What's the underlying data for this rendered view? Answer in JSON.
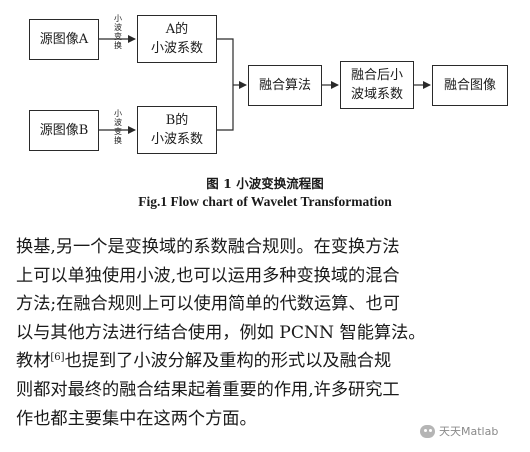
{
  "figure": {
    "nodes": {
      "source_a": "源图像A",
      "source_b": "源图像B",
      "coeff_a": [
        "A的",
        "小波系数"
      ],
      "coeff_b": [
        "B的",
        "小波系数"
      ],
      "fusion_alg": "融合算法",
      "fused_coeff": [
        "融合后小",
        "波域系数"
      ],
      "fused_image": "融合图像"
    },
    "edge_labels": {
      "a_to_coeff": [
        "小",
        "波",
        "变",
        "换"
      ],
      "b_to_coeff": [
        "小",
        "波",
        "变",
        "换"
      ]
    },
    "caption_cn": "图 1 小波变换流程图",
    "caption_en": "Fig.1 Flow chart of Wavelet Transformation"
  },
  "body": {
    "line1": "换基,另一个是变换域的系数融合规则。在变换方法",
    "line2": "上可以单独使用小波,也可以运用多种变换域的混合",
    "line3": "方法;在融合规则上可以使用简单的代数运算、也可",
    "line4": "以与其他方法进行结合使用，例如 PCNN 智能算法。",
    "line5_pre": "教材",
    "line5_ref": "[6]",
    "line5_post": "也提到了小波分解及重构的形式以及融合规",
    "line6": "则都对最终的融合结果起着重要的作用,许多研究工",
    "line7": "作也都主要集中在这两个方面。"
  },
  "watermark": "天天Matlab"
}
